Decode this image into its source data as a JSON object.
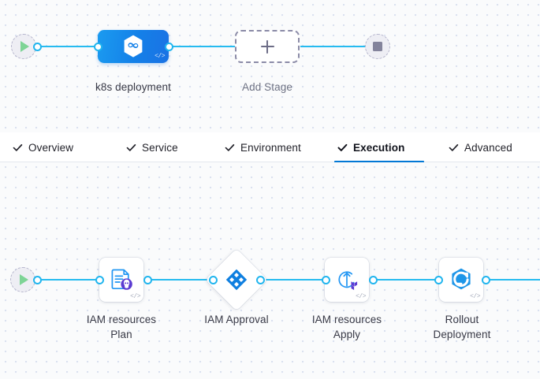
{
  "stage_canvas": {
    "start_node": {
      "name": "pipeline-start",
      "icon": "play-icon"
    },
    "end_node": {
      "name": "pipeline-end",
      "icon": "stop-icon"
    },
    "stages": [
      {
        "label": "k8s deployment",
        "icon": "harness-cd-hexagon-icon",
        "badge": "</>",
        "type": "stage"
      },
      {
        "label": "Add Stage",
        "icon": "plus-icon",
        "type": "add"
      }
    ]
  },
  "tabs": {
    "items": [
      {
        "label": "Overview",
        "icon": "check-icon",
        "active": false
      },
      {
        "label": "Service",
        "icon": "check-icon",
        "active": false
      },
      {
        "label": "Environment",
        "icon": "check-icon",
        "active": false
      },
      {
        "label": "Execution",
        "icon": "check-icon",
        "active": true
      },
      {
        "label": "Advanced",
        "icon": "check-icon",
        "active": false
      }
    ],
    "active_underline_color": "#0278d5"
  },
  "steps_canvas": {
    "start_node": {
      "name": "execution-start",
      "icon": "play-icon"
    },
    "steps": [
      {
        "label": "IAM resources\nPlan",
        "icon": "terraform-plan-icon",
        "badge": "</>",
        "shape": "square"
      },
      {
        "label": "IAM Approval",
        "icon": "harness-approval-icon",
        "badge": "",
        "shape": "diamond"
      },
      {
        "label": "IAM resources\nApply",
        "icon": "terraform-apply-icon",
        "badge": "</>",
        "shape": "square"
      },
      {
        "label": "Rollout\nDeployment",
        "icon": "k8s-rollout-icon",
        "badge": "</>",
        "shape": "square"
      }
    ]
  },
  "colors": {
    "edge": "#27bbf0",
    "port_ring": "#21b5ee",
    "stage_blue": "#1480e8",
    "accent_blue": "#0278d5",
    "canvas_bg": "#fafbfc",
    "grid_dot": "#d9e0ef",
    "label_text": "#383946",
    "muted_text": "#6d7183",
    "terraform_purple": "#5c4ee5",
    "play_green": "#7ed496",
    "stop_gray": "#83839b"
  }
}
